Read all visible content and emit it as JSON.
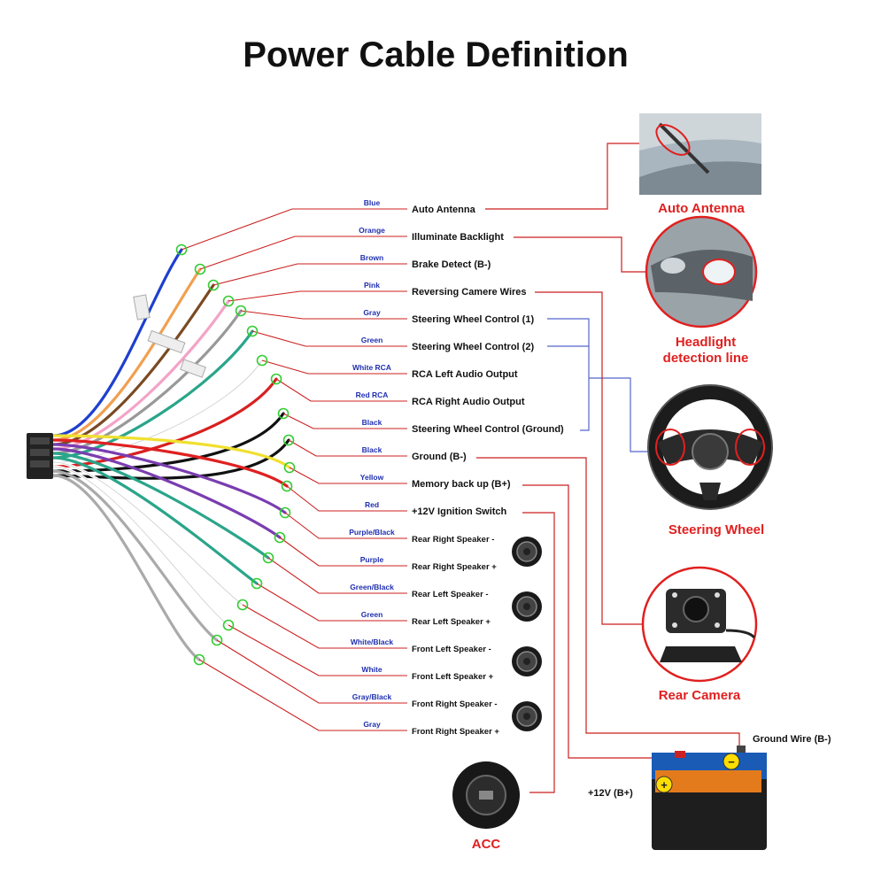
{
  "title": "Power Cable Definition",
  "wires": [
    {
      "color": "Blue",
      "function": "Auto Antenna"
    },
    {
      "color": "Orange",
      "function": "Illuminate Backlight"
    },
    {
      "color": "Brown",
      "function": "Brake Detect (B-)"
    },
    {
      "color": "Pink",
      "function": "Reversing Camere Wires"
    },
    {
      "color": "Gray",
      "function": "Steering Wheel Control (1)"
    },
    {
      "color": "Green",
      "function": "Steering Wheel Control (2)"
    },
    {
      "color": "White RCA",
      "function": "RCA Left Audio Output"
    },
    {
      "color": "Red RCA",
      "function": "RCA Right Audio Output"
    },
    {
      "color": "Black",
      "function": "Steering Wheel Control (Ground)"
    },
    {
      "color": "Black",
      "function": "Ground (B-)"
    },
    {
      "color": "Yellow",
      "function": "Memory back up (B+)"
    },
    {
      "color": "Red",
      "function": "+12V  Ignition Switch"
    },
    {
      "color": "Purple/Black",
      "function": "Rear Right Speaker -"
    },
    {
      "color": "Purple",
      "function": "Rear Right Speaker +"
    },
    {
      "color": "Green/Black",
      "function": "Rear Left Speaker -"
    },
    {
      "color": "Green",
      "function": "Rear Left Speaker +"
    },
    {
      "color": "White/Black",
      "function": "Front Left Speaker -"
    },
    {
      "color": "White",
      "function": "Front Left Speaker +"
    },
    {
      "color": "Gray/Black",
      "function": "Front Right Speaker -"
    },
    {
      "color": "Gray",
      "function": "Front Right Speaker +"
    }
  ],
  "callouts": {
    "antenna": "Auto Antenna",
    "headlight_1": "Headlight",
    "headlight_2": "detection line",
    "steering": "Steering Wheel",
    "camera": "Rear Camera",
    "acc": "ACC",
    "ground_wire": "Ground Wire (B-)",
    "battery_plus": "+12V  (B+)"
  },
  "colors": {
    "leader": "#cc1f1f",
    "steering_bracket": "#5566cc",
    "label_blue": "#1f2fb0",
    "marker_green": "#33cc33"
  }
}
